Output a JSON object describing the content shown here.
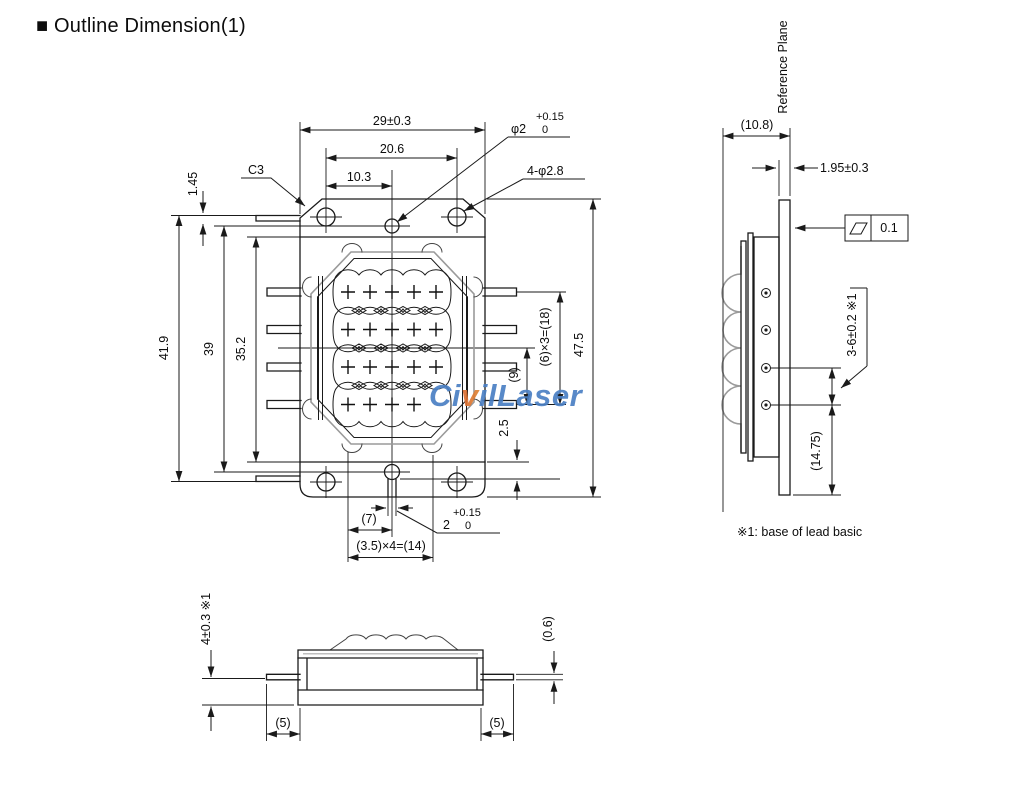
{
  "page": {
    "title": "■ Outline Dimension(1)"
  },
  "front_view": {
    "dim_width_overall": "29±0.3",
    "dim_hole_span": "20.6",
    "dim_hole_half": "10.3",
    "label_chamfer": "C3",
    "dim_tab_thickness": "1.45",
    "dim_height_outer": "41.9",
    "dim_hole_span_v": "39",
    "dim_body_height": "35.2",
    "dim_height_overall": "47.5",
    "dim_row_pitch": "(6)×3=(18)",
    "dim_row_half": "(9)",
    "dim_bottom_offset": "2.5",
    "center_hole": {
      "dia": "φ2",
      "tol_plus": "+0.15",
      "tol_minus": "0"
    },
    "label_corner_holes": "4-φ2.8",
    "slot": {
      "width": "2",
      "tol_plus": "+0.15",
      "tol_minus": "0"
    },
    "dim_slot_offset": "(7)",
    "dim_col_pitch": "(3.5)×4=(14)"
  },
  "side_view": {
    "dim_depth": "(10.8)",
    "label_reference_plane": "Reference Plane",
    "dim_plate_thickness": "1.95±0.3",
    "flatness_tolerance": "0.1",
    "dim_lead_length": "3-6±0.2 ※1",
    "dim_lower_extent": "(14.75)",
    "note": "※1: base of lead basic"
  },
  "bottom_view": {
    "dim_seat_height": "4±0.3 ※1",
    "dim_lead_left": "(5)",
    "dim_lead_right": "(5)",
    "dim_lead_thickness": "(0.6)"
  },
  "watermark": {
    "part1": "Ci",
    "part2": "v",
    "part3": "ilLaser"
  },
  "colors": {
    "drawing_line": "#1a1a1a",
    "lens_gray": "#9a9a9a",
    "watermark_blue": "#4a7fc4"
  }
}
